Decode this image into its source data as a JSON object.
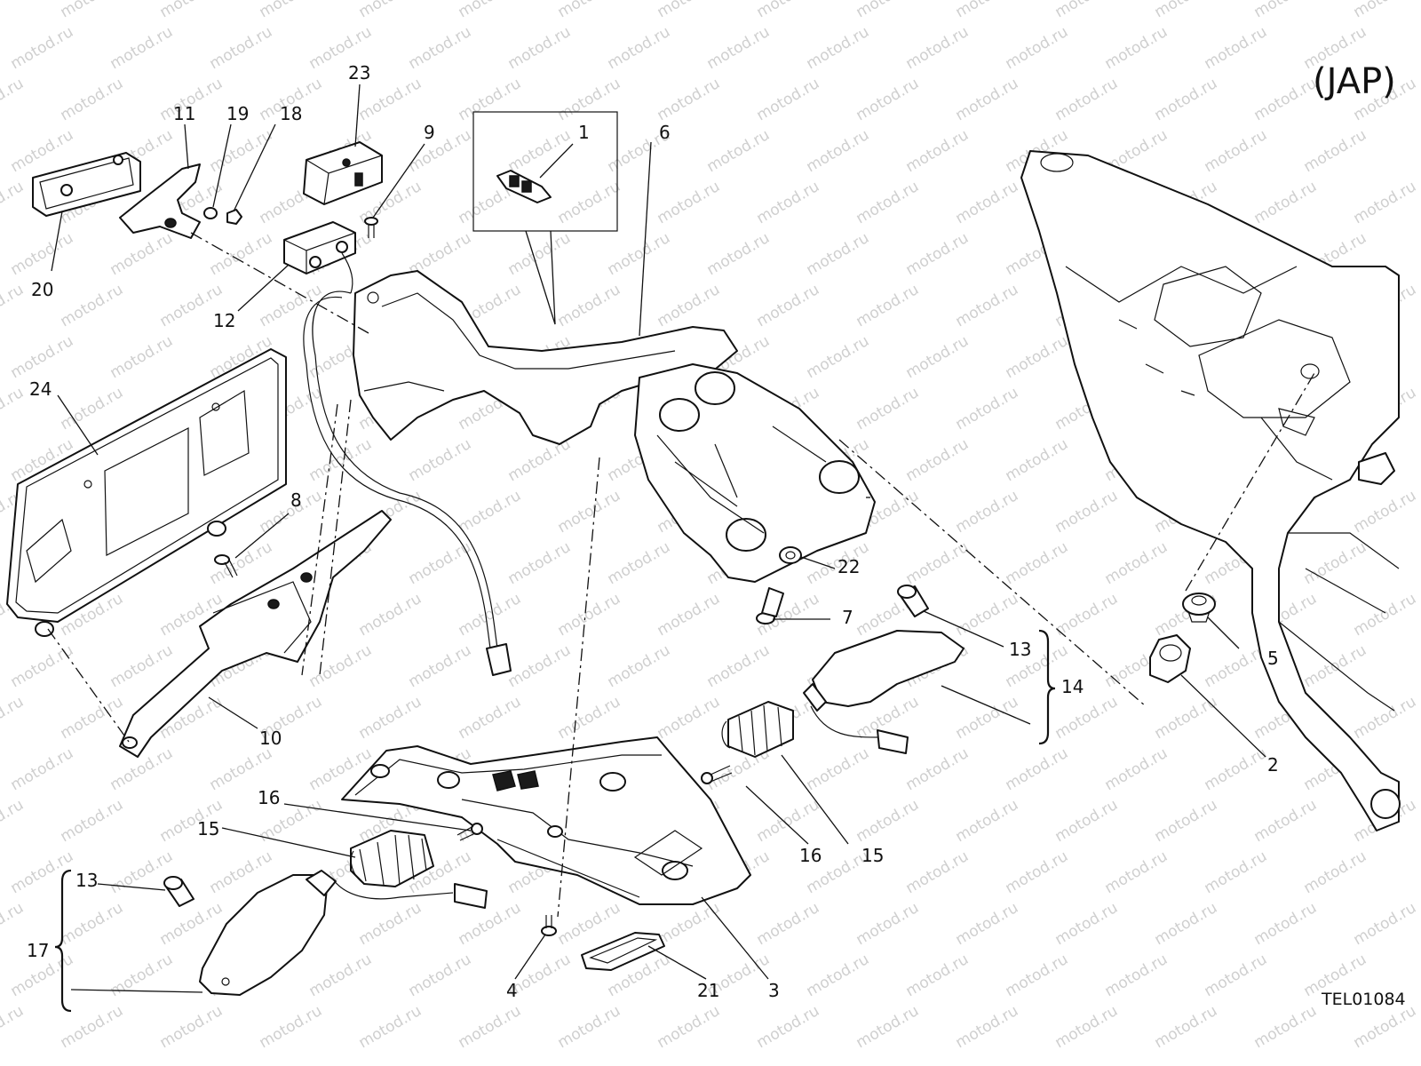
{
  "header": {
    "region_label": "(JAP)"
  },
  "footer": {
    "drawing_code": "TEL01084"
  },
  "watermark": {
    "text": "motod.ru"
  },
  "callouts": {
    "c1": "1",
    "c2": "2",
    "c3": "3",
    "c4": "4",
    "c5": "5",
    "c6": "6",
    "c7": "7",
    "c8": "8",
    "c9": "9",
    "c10": "10",
    "c11": "11",
    "c12": "12",
    "c13a": "13",
    "c13b": "13",
    "c14": "14",
    "c15a": "15",
    "c15b": "15",
    "c16a": "16",
    "c16b": "16",
    "c17": "17",
    "c18": "18",
    "c19": "19",
    "c20": "20",
    "c21": "21",
    "c22": "22",
    "c23": "23",
    "c24": "24"
  },
  "colors": {
    "line": "#111111",
    "background": "#ffffff",
    "watermark": "#cfcfcf"
  }
}
